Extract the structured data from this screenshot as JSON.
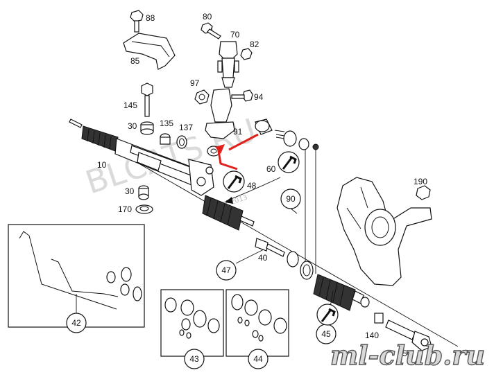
{
  "diagram": {
    "part_labels": [
      {
        "id": "p88",
        "text": "88"
      },
      {
        "id": "p85",
        "text": "85"
      },
      {
        "id": "p80",
        "text": "80"
      },
      {
        "id": "p70",
        "text": "70"
      },
      {
        "id": "p82",
        "text": "82"
      },
      {
        "id": "p97",
        "text": "97"
      },
      {
        "id": "p94",
        "text": "94"
      },
      {
        "id": "p145",
        "text": "145"
      },
      {
        "id": "p30a",
        "text": "30"
      },
      {
        "id": "p135",
        "text": "135"
      },
      {
        "id": "p137",
        "text": "137"
      },
      {
        "id": "p91",
        "text": "91"
      },
      {
        "id": "p10",
        "text": "10"
      },
      {
        "id": "p30b",
        "text": "30"
      },
      {
        "id": "p170",
        "text": "170"
      },
      {
        "id": "p48",
        "text": "48"
      },
      {
        "id": "p60",
        "text": "60"
      },
      {
        "id": "p190",
        "text": "190"
      },
      {
        "id": "p40",
        "text": "40"
      },
      {
        "id": "p140",
        "text": "140"
      },
      {
        "id": "p50",
        "text": "50"
      }
    ],
    "circle_labels": [
      {
        "id": "c90",
        "text": "90"
      },
      {
        "id": "c47",
        "text": "47"
      },
      {
        "id": "c42",
        "text": "42"
      },
      {
        "id": "c43",
        "text": "43"
      },
      {
        "id": "c44",
        "text": "44"
      },
      {
        "id": "c45",
        "text": "45"
      }
    ],
    "watermark": "BLCATS.RU",
    "watermark_date": "07.2013",
    "brand_logo": "ml-club.ru",
    "colors": {
      "line": "#111111",
      "arrow": "#e0201b",
      "watermark": "#bdbdbd"
    },
    "icons": [
      "wrench-icon"
    ]
  }
}
